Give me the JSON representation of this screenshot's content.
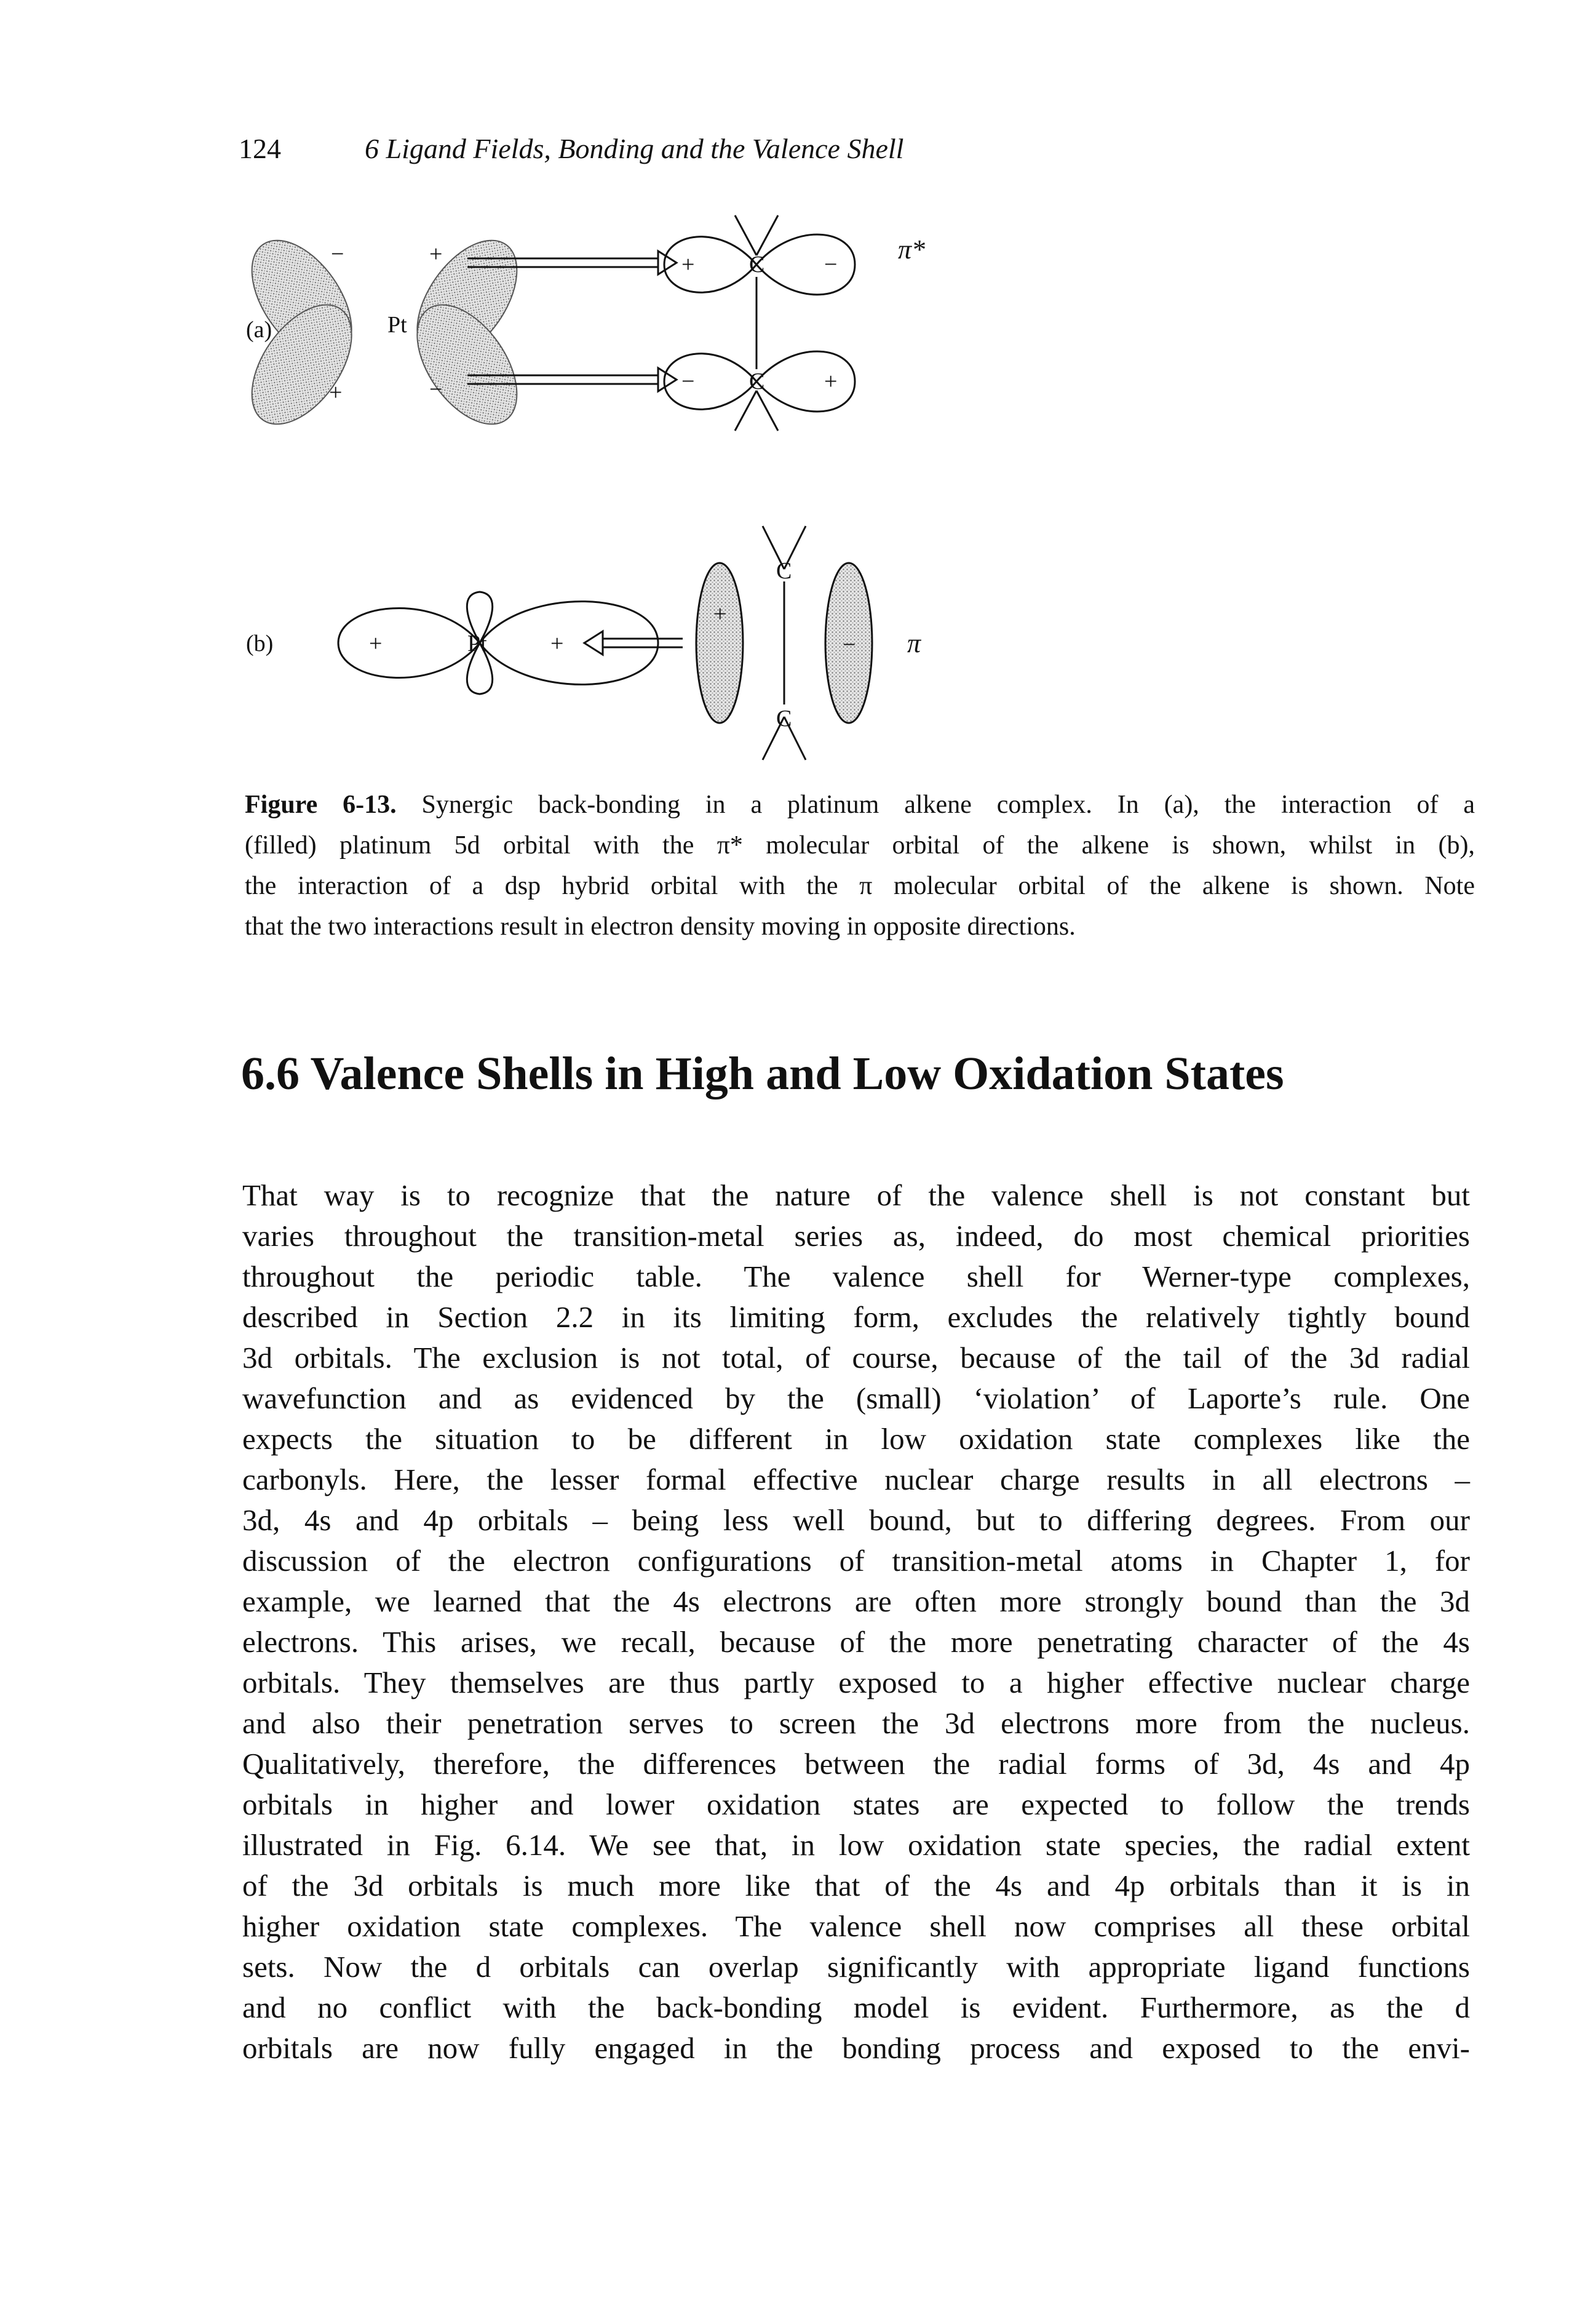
{
  "header": {
    "page_number": "124",
    "chapter": "6 Ligand Fields, Bonding and the Valence Shell"
  },
  "figure": {
    "panel_a": "(a)",
    "panel_b": "(b)",
    "label_pi_star": "π*",
    "label_pi": "π",
    "metal": "Pt",
    "carbon": "C",
    "plus": "+",
    "minus": "−"
  },
  "caption": {
    "number": "Figure 6-13.",
    "lines": [
      "Synergic back-bonding in a platinum alkene complex. In (a), the interaction of a",
      "(filled) platinum 5d orbital with the π* molecular orbital of the alkene is shown, whilst in (b),",
      "the interaction of a dsp hybrid orbital with the π molecular orbital of the alkene is shown. Note",
      "that the two interactions result in electron density moving in opposite directions."
    ]
  },
  "section": {
    "heading": "6.6 Valence Shells in High and Low Oxidation States"
  },
  "body": {
    "lines": [
      "That way is to recognize that the nature of the valence shell is not constant but",
      "varies throughout the transition-metal series as, indeed, do most chemical priorities",
      "throughout the periodic table. The valence shell for Werner-type complexes,",
      "described in Section 2.2 in its limiting form, excludes the relatively tightly bound",
      "3d orbitals. The exclusion is not total, of course, because of the tail of the 3d radial",
      "wavefunction and as evidenced by the (small) ‘violation’ of Laporte’s rule. One",
      "expects the situation to be different in low oxidation state complexes like the",
      "carbonyls. Here, the lesser formal effective nuclear charge results in all electrons –",
      "3d, 4s and 4p orbitals – being less well bound, but to differing degrees. From our",
      "discussion of the electron configurations of transition-metal atoms in Chapter 1, for",
      "example, we learned that the 4s electrons are often more strongly bound than the 3d",
      "electrons. This arises, we recall, because of the more penetrating character of the 4s",
      "orbitals. They themselves are thus partly exposed to a higher effective nuclear charge",
      "and also their penetration serves to screen the 3d electrons more from the nucleus.",
      "Qualitatively, therefore, the differences between the radial forms of 3d, 4s and 4p",
      "orbitals in higher and lower oxidation states are expected to follow the trends",
      "illustrated in Fig. 6.14. We see that, in low oxidation state species, the radial extent",
      "of the 3d orbitals is much more like that of the 4s and 4p orbitals than it is in",
      "higher oxidation state complexes. The valence shell now comprises all these orbital",
      "sets. Now the d orbitals can overlap significantly with appropriate ligand functions",
      "and no conflict with the back-bonding model is evident. Furthermore, as the d",
      "orbitals are now fully engaged in the bonding process and exposed to the envi-"
    ]
  }
}
